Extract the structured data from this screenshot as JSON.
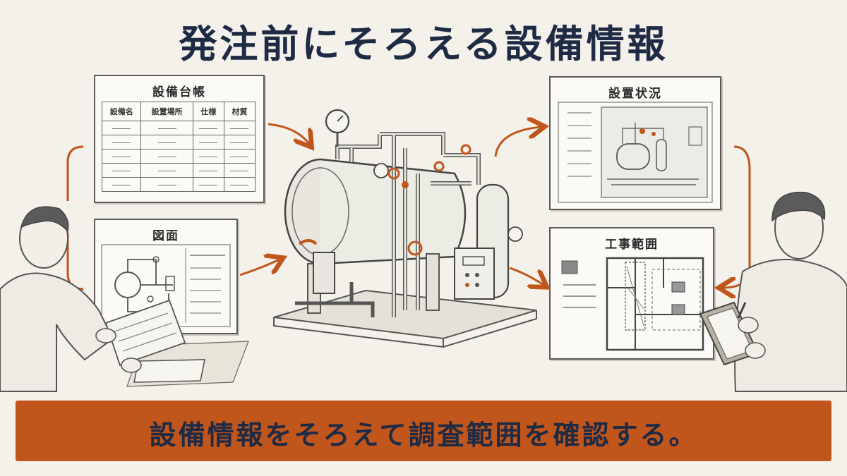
{
  "title": "発注前にそろえる設備情報",
  "ledger": {
    "label": "設備台帳",
    "columns": [
      "設備名",
      "設置場所",
      "仕様",
      "材質"
    ],
    "row_count": 5
  },
  "drawing": {
    "label": "図面"
  },
  "site": {
    "label": "設置状況"
  },
  "scope": {
    "label": "工事範囲"
  },
  "banner": {
    "text": "設備情報をそろえて調査範囲を確認する。"
  },
  "colors": {
    "accent": "#c0561c",
    "ink": "#1f2a44",
    "background": "#f4f1ea"
  }
}
